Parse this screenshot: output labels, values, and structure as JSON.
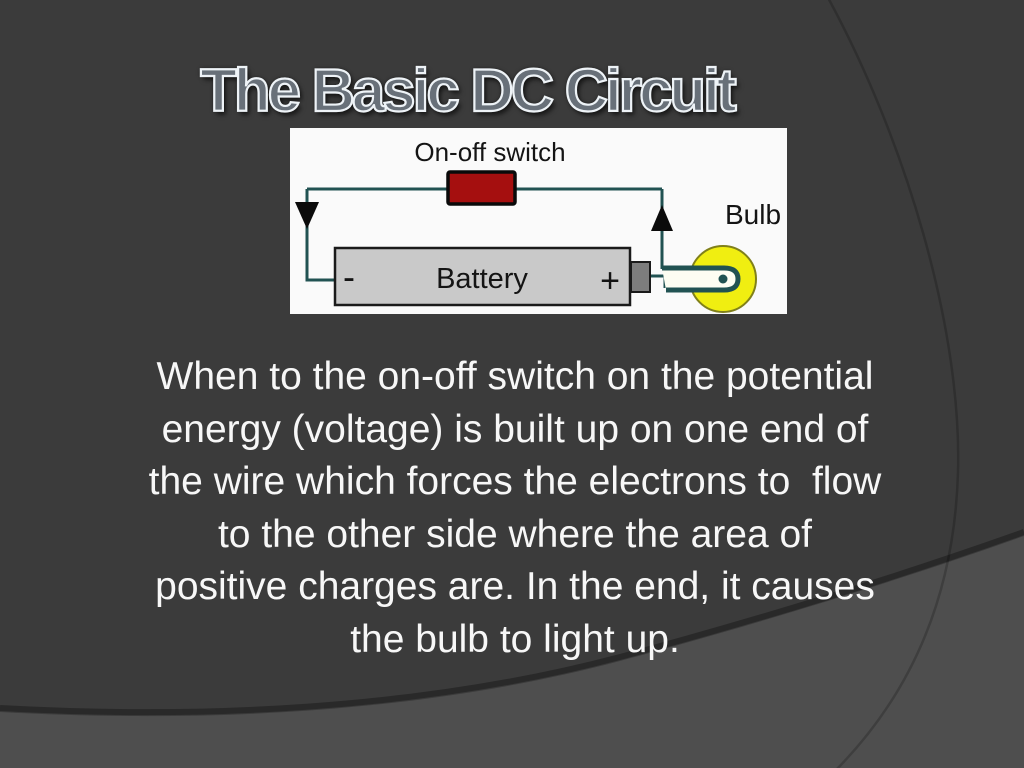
{
  "slide": {
    "title": "The Basic DC Circuit",
    "body_lines": [
      "When to the on-off switch on the potential",
      "energy (voltage) is built up on one end of",
      "the wire which forces the electrons to  flow",
      "to the other side where the area of",
      "positive charges are. In the end, it causes",
      "the bulb to light up."
    ]
  },
  "diagram": {
    "switch_label": "On-off switch",
    "battery_label": "Battery",
    "minus_label": "-",
    "plus_label": "+",
    "bulb_label": "Bulb"
  },
  "colors": {
    "background": "#3b3b3b",
    "swoosh": "#4e4e4e",
    "panel_bg": "#fafafa",
    "wire": "#215252",
    "switch_fill": "#a50f0f",
    "switch_border": "#0a0a0a",
    "battery_fill": "#c9c9c9",
    "battery_border": "#1a1a1a",
    "terminal_fill": "#7d7d7d",
    "bulb_fill": "#f0ee11",
    "bulb_border": "#80801a",
    "filament_fill": "#fdfdf2",
    "arrow_fill": "#0b0b0b",
    "diagram_text": "#141414",
    "title_fill": "#687079",
    "title_outline": "#eef3f7",
    "body_text": "#f7f7f7"
  }
}
